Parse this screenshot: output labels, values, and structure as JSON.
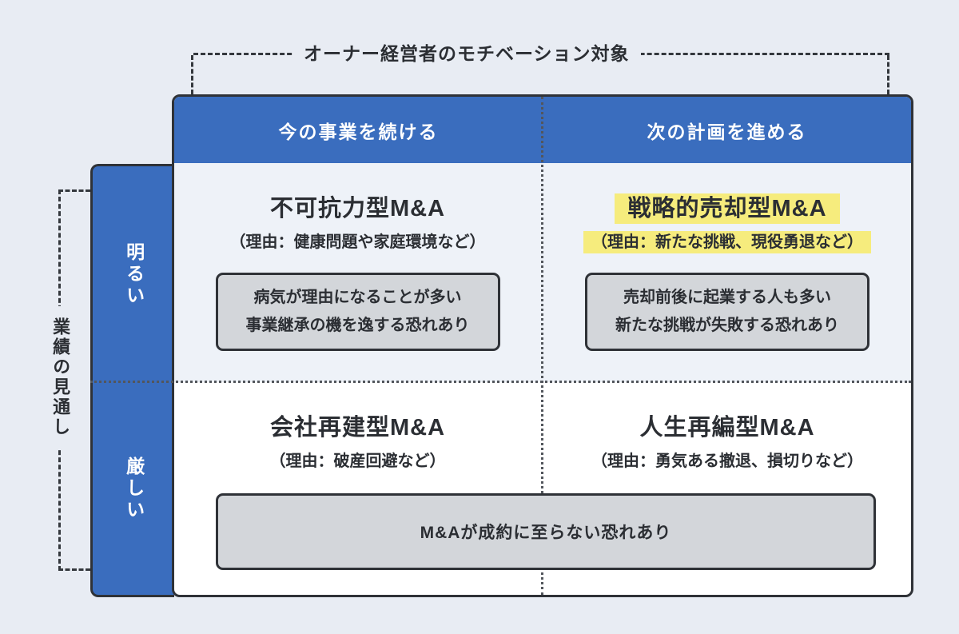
{
  "palette": {
    "page_bg": "#e8ecf3",
    "accent_blue": "#3a6dbe",
    "highlight_yellow": "#f6ec7d",
    "note_gray": "#d3d6da",
    "border_dark": "#2f3237"
  },
  "top_axis": {
    "label": "オーナー経営者のモチベーション対象"
  },
  "left_axis": {
    "label": "業績の見通し"
  },
  "columns": [
    {
      "header": "今の事業を続ける"
    },
    {
      "header": "次の計画を進める"
    }
  ],
  "rows": [
    {
      "label": "明るい"
    },
    {
      "label": "厳しい"
    }
  ],
  "quadrants": {
    "top_left": {
      "title": "不可抗力型M&A",
      "reason": "（理由：健康問題や家庭環境など）",
      "note_line1": "病気が理由になることが多い",
      "note_line2": "事業継承の機を逸する恐れあり"
    },
    "top_right": {
      "title": "戦略的売却型M&A",
      "reason": "（理由：新たな挑戦、現役勇退など）",
      "note_line1": "売却前後に起業する人も多い",
      "note_line2": "新たな挑戦が失敗する恐れあり",
      "highlighted": "true"
    },
    "bottom_left": {
      "title": "会社再建型M&A",
      "reason": "（理由：破産回避など）"
    },
    "bottom_right": {
      "title": "人生再編型M&A",
      "reason": "（理由：勇気ある撤退、損切りなど）"
    }
  },
  "bottom_note": {
    "text": "M&Aが成約に至らない恐れあり"
  }
}
